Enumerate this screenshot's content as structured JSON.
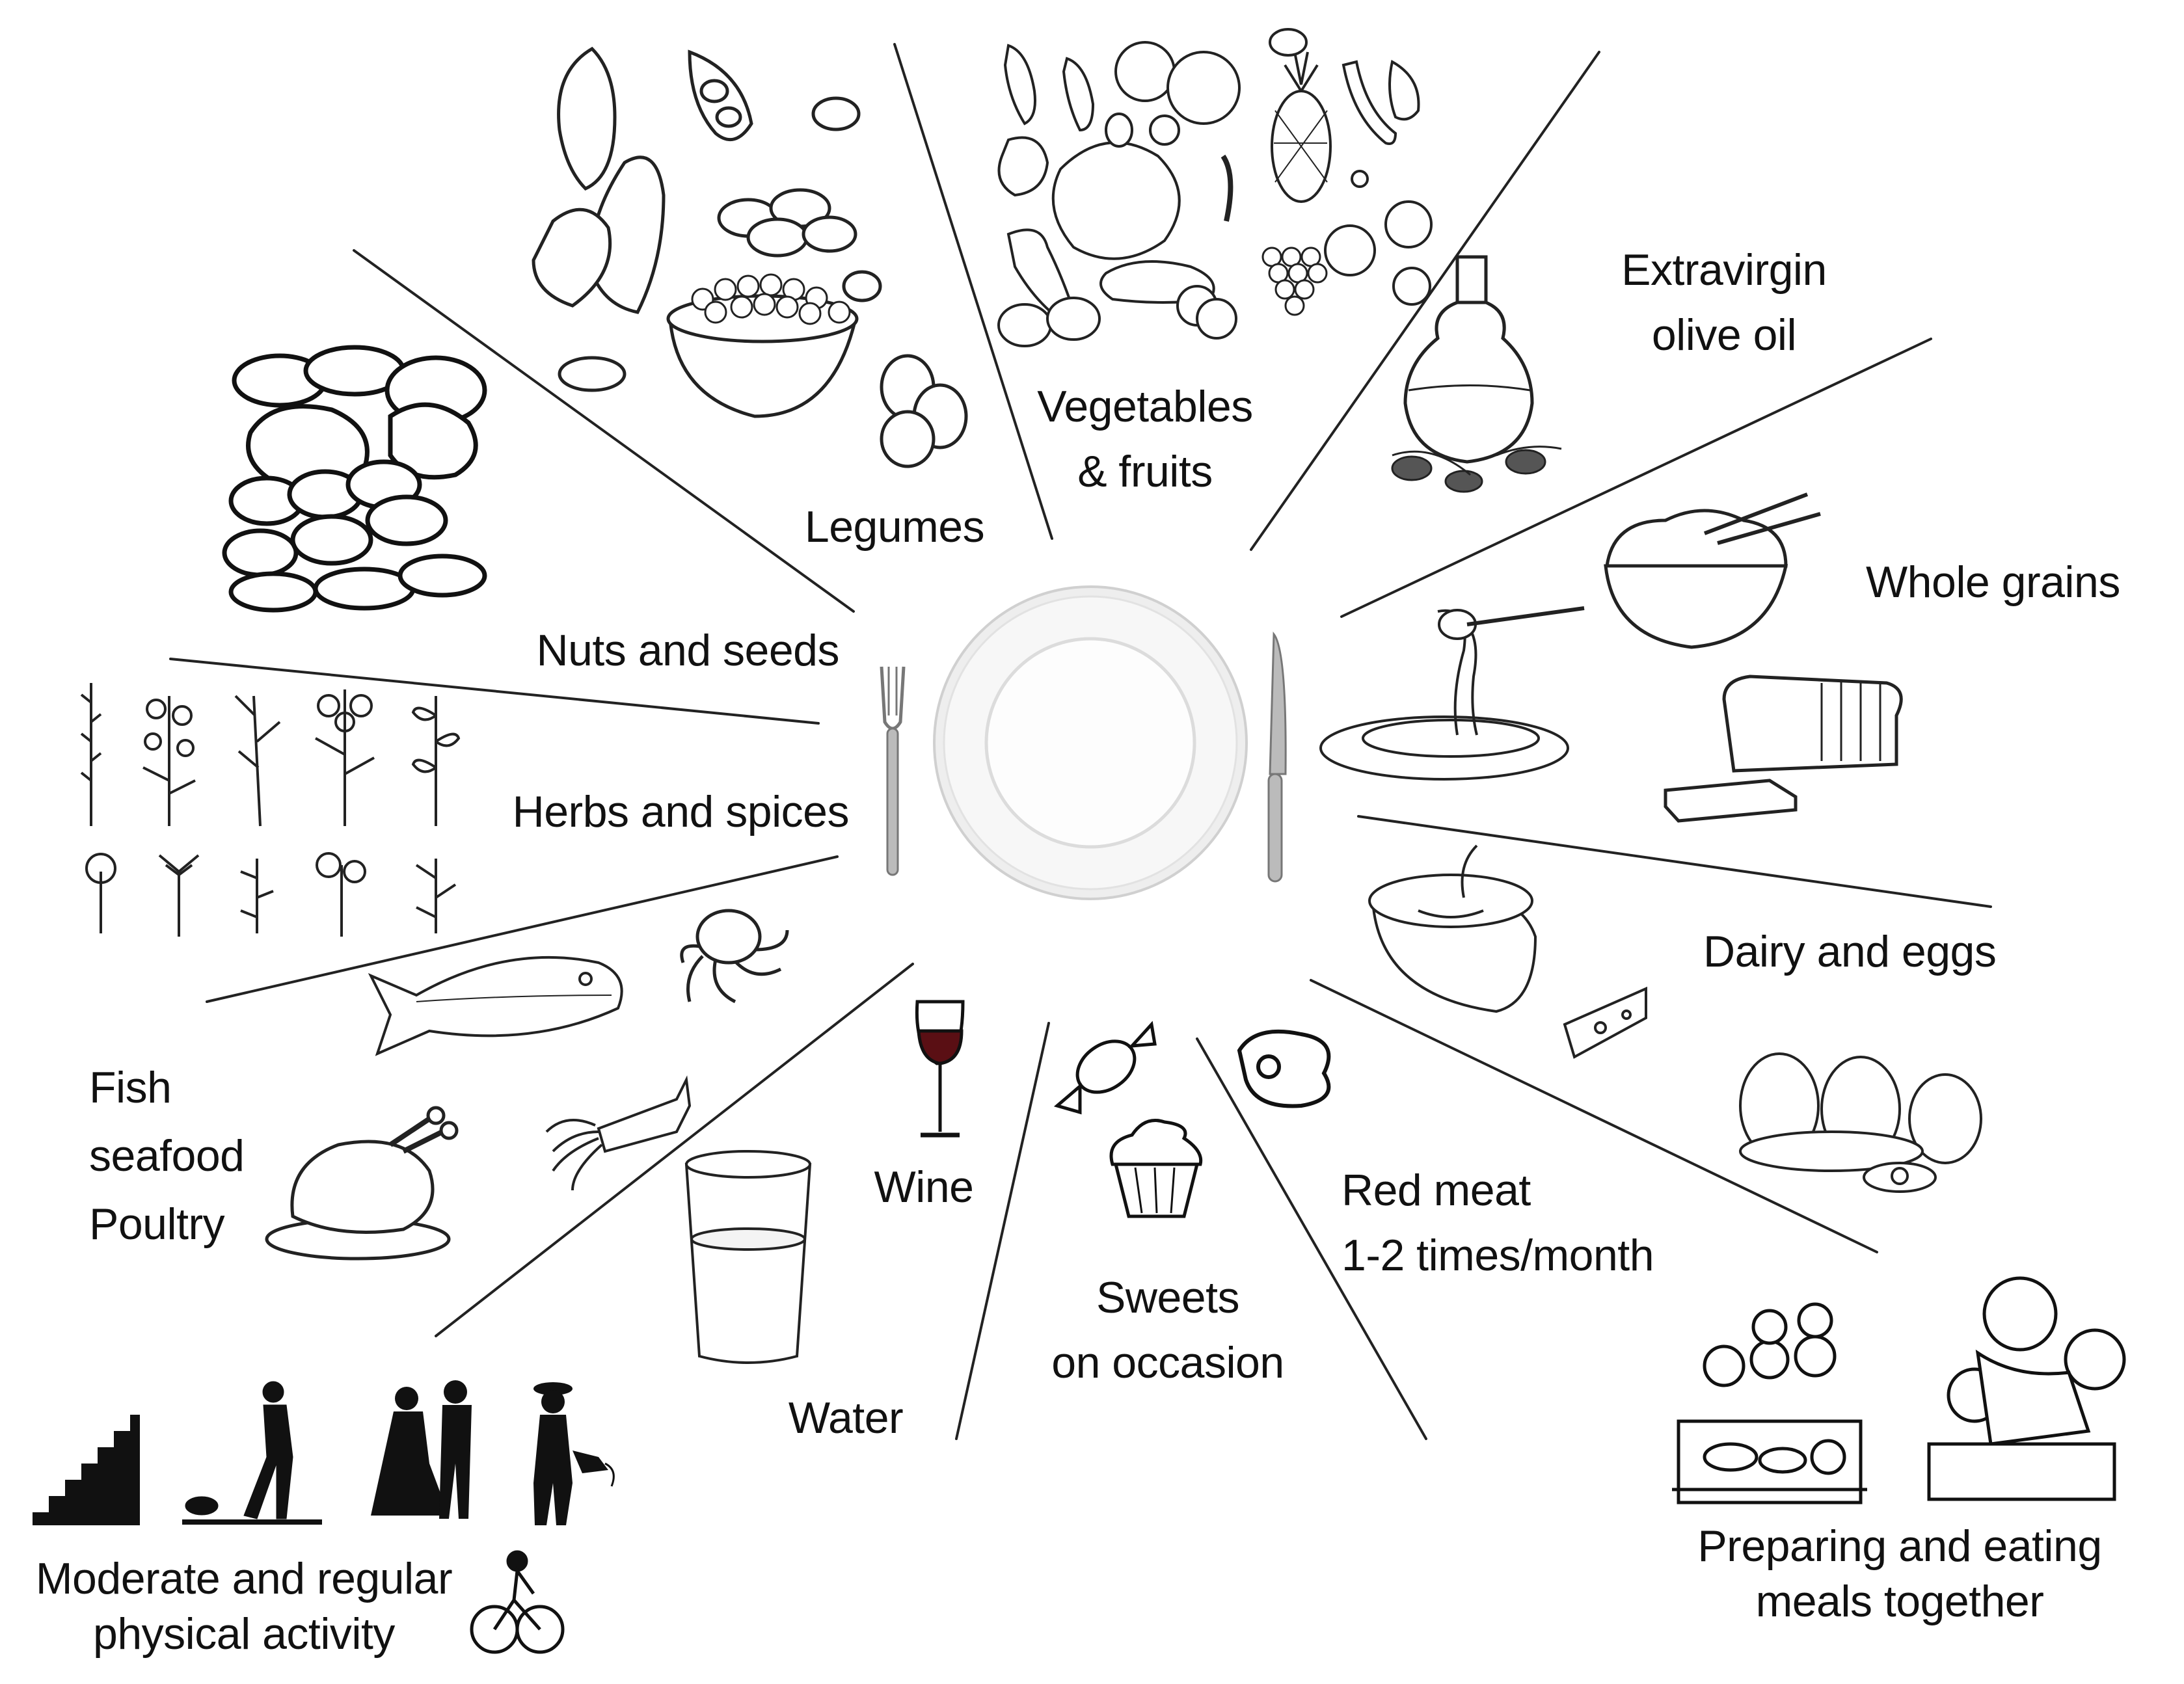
{
  "categories": [
    {
      "id": "legumes",
      "lines": [
        "Legumes"
      ]
    },
    {
      "id": "vegetables-fruits",
      "lines": [
        "Vegetables",
        "& fruits"
      ]
    },
    {
      "id": "olive-oil",
      "lines": [
        "Extravirgin",
        "olive oil"
      ]
    },
    {
      "id": "whole-grains",
      "lines": [
        "Whole grains"
      ]
    },
    {
      "id": "nuts-seeds",
      "lines": [
        "Nuts and seeds"
      ]
    },
    {
      "id": "herbs-spices",
      "lines": [
        "Herbs and spices"
      ]
    },
    {
      "id": "dairy-eggs",
      "lines": [
        "Dairy and eggs"
      ]
    },
    {
      "id": "fish-seafood-poultry",
      "lines": [
        "Fish",
        "seafood",
        "Poultry"
      ]
    },
    {
      "id": "wine",
      "lines": [
        "Wine"
      ]
    },
    {
      "id": "water",
      "lines": [
        "Water"
      ]
    },
    {
      "id": "sweets",
      "lines": [
        "Sweets",
        "on occasion"
      ]
    },
    {
      "id": "red-meat",
      "lines": [
        "Red meat",
        "1-2 times/month"
      ]
    },
    {
      "id": "meals-together",
      "lines": [
        "Preparing and eating",
        "meals together"
      ]
    },
    {
      "id": "physical-activity",
      "lines": [
        "Moderate and regular",
        "physical activity"
      ]
    }
  ],
  "colors": {
    "ink": "#111111",
    "line": "#222222",
    "plate": "#f3f3f3",
    "wine": "#5a0f14"
  },
  "icons": [
    "plate-icon",
    "fork-icon",
    "knife-icon",
    "pea-pod-icon",
    "bean-bowl-icon",
    "vegetables-icon",
    "pineapple-icon",
    "olive-oil-bottle-icon",
    "rice-bowl-icon",
    "spaghetti-icon",
    "bread-icon",
    "nuts-icon",
    "herbs-icon",
    "milk-bowl-icon",
    "cheese-icon",
    "eggs-icon",
    "fish-icon",
    "octopus-icon",
    "squid-icon",
    "roast-chicken-icon",
    "wine-glass-icon",
    "water-glass-icon",
    "candy-icon",
    "cupcake-icon",
    "steak-icon",
    "family-dinner-icon",
    "cooking-together-icon",
    "stairs-icon",
    "walking-dog-icon",
    "dancing-couple-icon",
    "gardening-icon",
    "cyclist-icon"
  ]
}
